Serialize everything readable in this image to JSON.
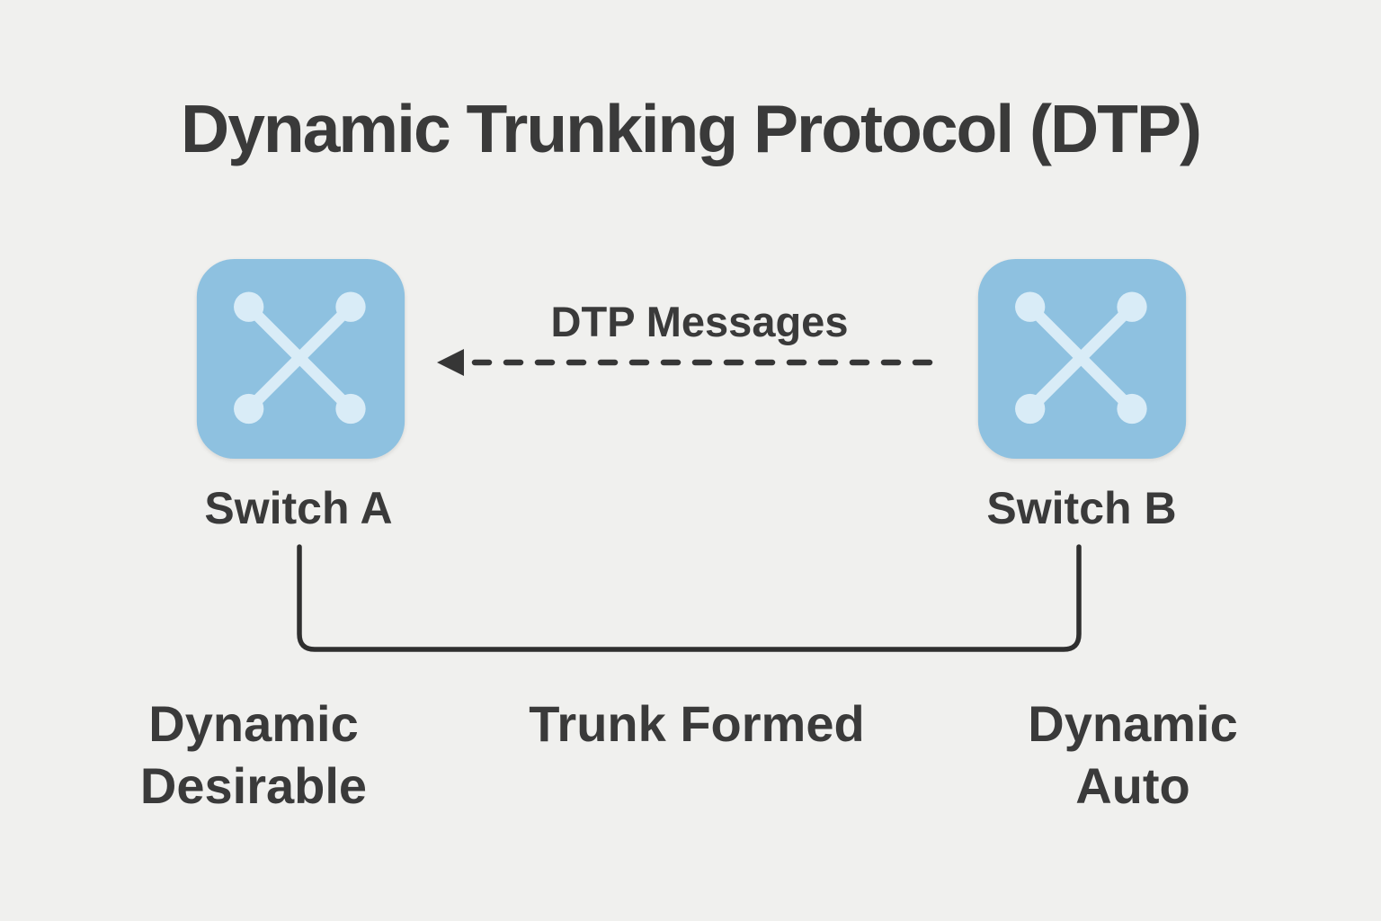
{
  "title": "Dynamic Trunking Protocol (DTP)",
  "colors": {
    "background": "#f0f0ee",
    "text": "#3a3a3a",
    "connector_line": "#2f2f2f",
    "switch_fill": "#8ec1e0",
    "switch_glyph": "#d9ecf7"
  },
  "switch_a": {
    "label": "Switch A",
    "mode": "Dynamic Desirable",
    "icon": "network-switch-icon"
  },
  "switch_b": {
    "label": "Switch B",
    "mode": "Dynamic Auto",
    "icon": "network-switch-icon"
  },
  "dtp_arrow": {
    "label": "DTP Messages",
    "style": "dashed",
    "direction": "from Switch B to Switch A"
  },
  "trunk_link": {
    "label": "Trunk Formed"
  }
}
